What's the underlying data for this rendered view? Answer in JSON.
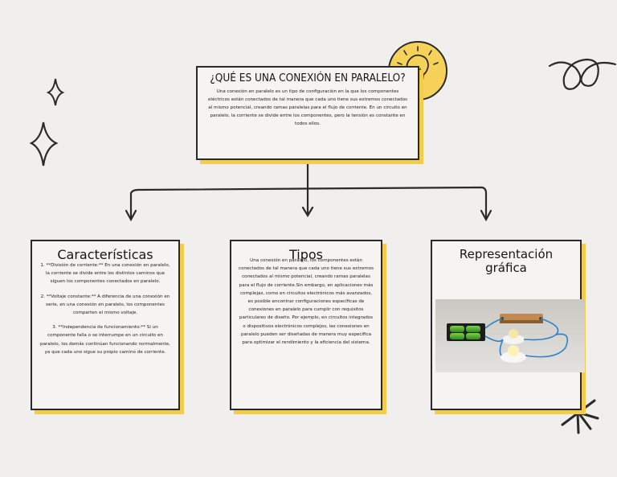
{
  "main": {
    "title": "¿QUÉ ES UNA CONEXIÓN EN PARALELO?",
    "text": "Una conexión en paralelo es un tipo de configuración en la que los componentes eléctricos están conectados de tal manera que cada uno tiene sus extremos conectados al mismo potencial, creando ramas paralelas para el flujo de corriente. En un circuito en paralelo, la corriente se divide entre los componentes, pero la tensión es constante en todos ellos."
  },
  "characteristics": {
    "title": "Características",
    "items": [
      "1. **División de corriente:** En una conexión en paralelo, la corriente se divide entre los distintos caminos que siguen los componentes conectados en paralelo.",
      "2. **Voltaje constante:** A diferencia de una conexión en serie, en una conexión en paralelo, los componentes comparten el mismo voltaje.",
      "3. **Independencia de funcionamiento:** Si un componente falla o se interrumpe en un circuito en paralelo, los demás continúan funcionando normalmente, ya que cada uno sigue su propio camino de corriente."
    ]
  },
  "types": {
    "title": "Tipos",
    "text": "Una conexión en paralelo, los componentes están conectados de tal manera que cada uno tiene sus extremos conectados al mismo potencial, creando ramas paralelas para el flujo de corriente.Sin embargo, en aplicaciones más complejas, como en circuitos electrónicos más avanzados, es posible encontrar configuraciones específicas de conexiones en paralelo para cumplir con requisitos particulares de diseño. Por ejemplo, en circuitos integrados o dispositivos electrónicos complejos, las conexiones en paralelo pueden ser diseñadas de manera muy específica para optimizar el rendimiento y la eficiencia del sistema."
  },
  "representation": {
    "title": "Representación gráfica"
  },
  "icons": {
    "bulb": "lightbulb-icon",
    "sparkles": "sparkle-icon",
    "scribble": "scribble-icon",
    "asterisk": "asterisk-icon"
  },
  "colors": {
    "accent": "#f2cc4a",
    "background": "#f0efee",
    "ink": "#1a1a1a"
  }
}
